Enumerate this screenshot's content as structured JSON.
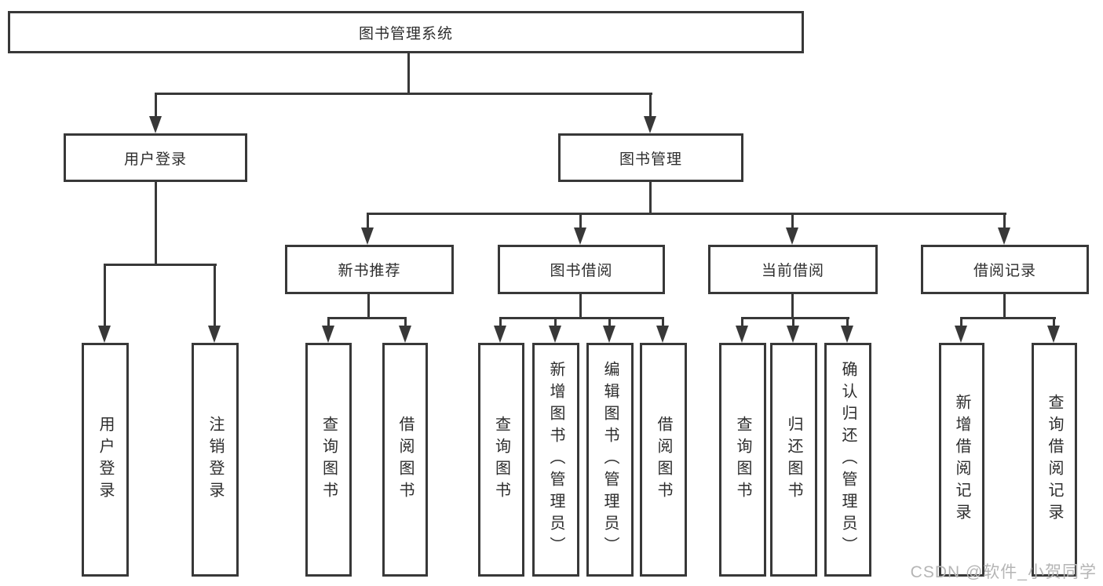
{
  "diagram": {
    "title_node": "图书管理系统",
    "branches": {
      "user": {
        "label": "用户登录",
        "children": {
          "login": "用户登录",
          "logout": "注销登录"
        }
      },
      "mgmt": {
        "label": "图书管理",
        "sections": {
          "recommend": {
            "label": "新书推荐",
            "children": {
              "query": "查询图书",
              "borrow": "借阅图书"
            }
          },
          "borrow": {
            "label": "图书借阅",
            "children": {
              "query": "查询图书",
              "add": "新增图书（管理员）",
              "edit": "编辑图书（管理员）",
              "borrow": "借阅图书"
            }
          },
          "current": {
            "label": "当前借阅",
            "children": {
              "query": "查询图书",
              "return": "归还图书",
              "confirm": "确认归还（管理员）"
            }
          },
          "records": {
            "label": "借阅记录",
            "children": {
              "add": "新增借阅记录",
              "query": "查询借阅记录"
            }
          }
        }
      }
    }
  },
  "watermark": "CSDN @软件_小贺同学",
  "colors": {
    "line": "#383838",
    "box_border": "#383838",
    "box_fill": "#ffffff",
    "text": "#2d2d2d",
    "background": "#ffffff",
    "watermark": "#b5b5b5"
  }
}
